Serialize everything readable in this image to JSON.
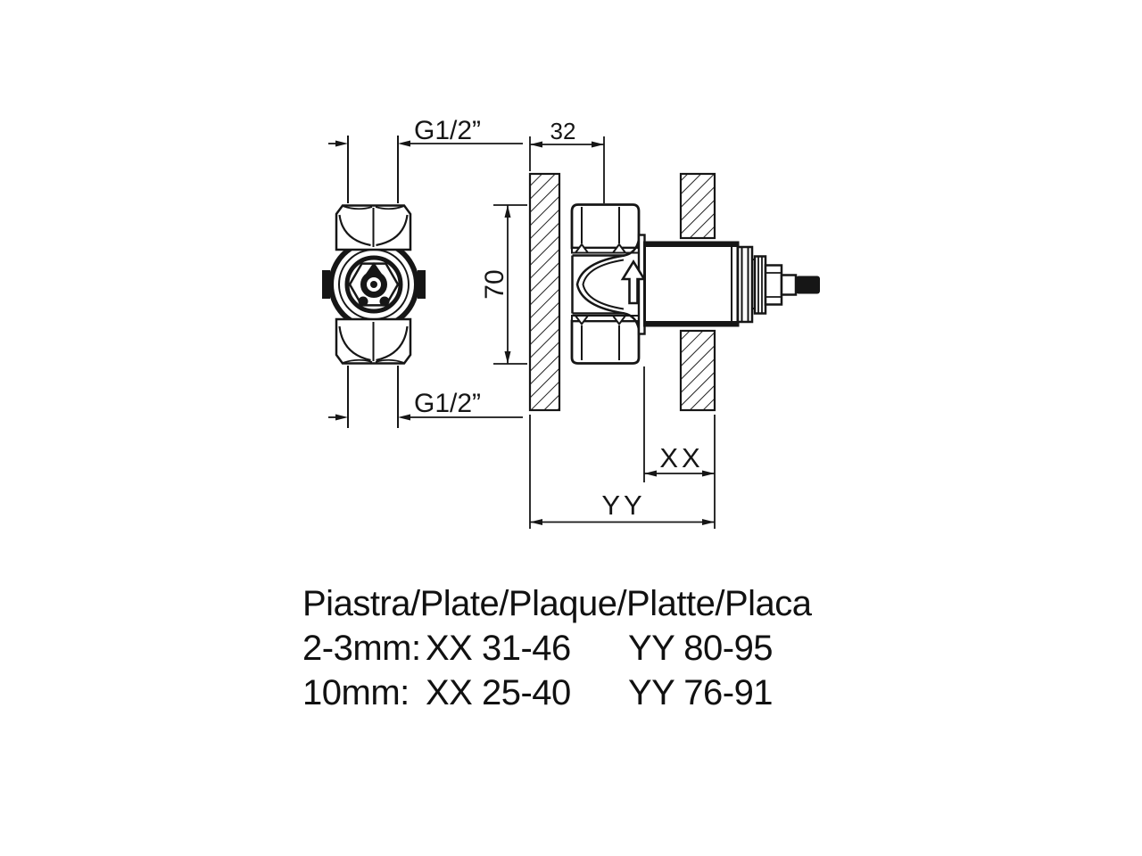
{
  "drawing": {
    "front_view": {
      "thread_label_top": "G1/2”",
      "thread_label_bottom": "G1/2”"
    },
    "side_view": {
      "wall_offset_label": "32",
      "body_height_label": "70",
      "xx_label": "XX",
      "yy_label": "YY"
    }
  },
  "plate_note": {
    "title": "Piastra/Plate/Plaque/Platte/Placa",
    "rows": [
      {
        "thickness": "2-3mm:",
        "xx": "XX 31-46",
        "yy": "YY 80-95"
      },
      {
        "thickness": "10mm:",
        "xx": "XX 25-40",
        "yy": "YY 76-91"
      }
    ]
  },
  "colors": {
    "line": "#161616",
    "background": "#ffffff"
  }
}
